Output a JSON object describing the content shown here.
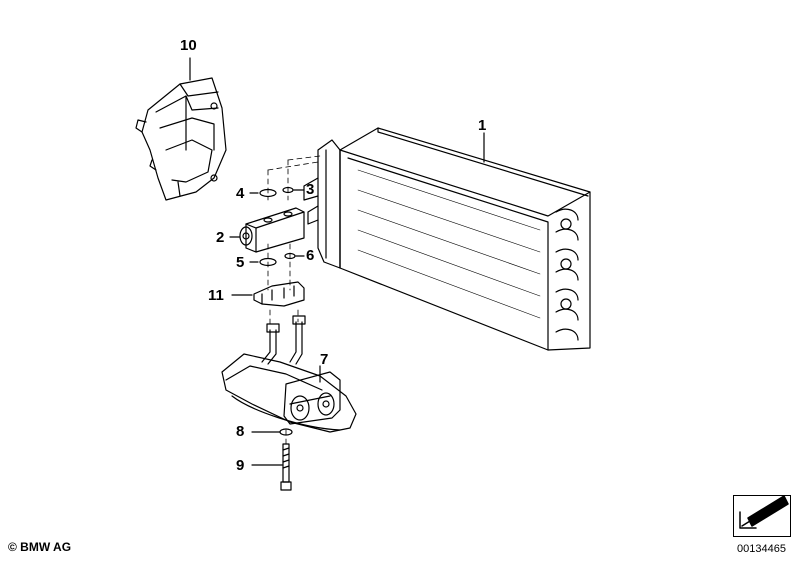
{
  "callouts": {
    "c1": "1",
    "c2": "2",
    "c3": "3",
    "c4": "4",
    "c5": "5",
    "c6": "6",
    "c7": "7",
    "c8": "8",
    "c9": "9",
    "c10": "10",
    "c11": "11"
  },
  "footer": {
    "copyright": "© BMW AG",
    "diagram_number": "00134465"
  },
  "colors": {
    "line": "#000000",
    "background": "#ffffff"
  }
}
